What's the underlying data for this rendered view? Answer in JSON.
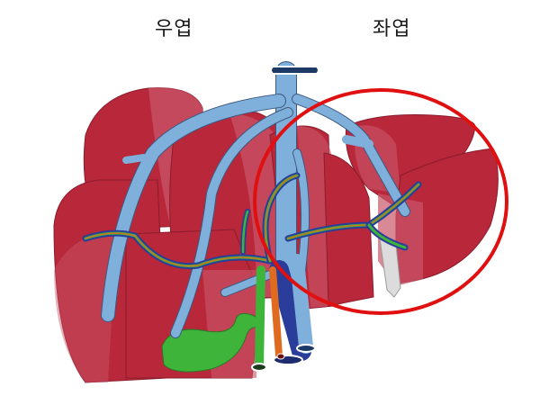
{
  "labels": {
    "right_lobe": "우엽",
    "left_lobe": "좌엽"
  },
  "colors": {
    "liver": "#b8273a",
    "liver_light": "#c9566a",
    "vein": "#7fb0dc",
    "vein_outline": "#3c5a80",
    "portal_vein_dark": "#2a3d9a",
    "artery": "#e06a1e",
    "bile_duct": "#3db53a",
    "highlight_circle": "#e01010",
    "gallbladder": "#3fb43a",
    "ligament": "#d9d9d9"
  },
  "annotations": {
    "highlight": "left-lobe-circle"
  }
}
